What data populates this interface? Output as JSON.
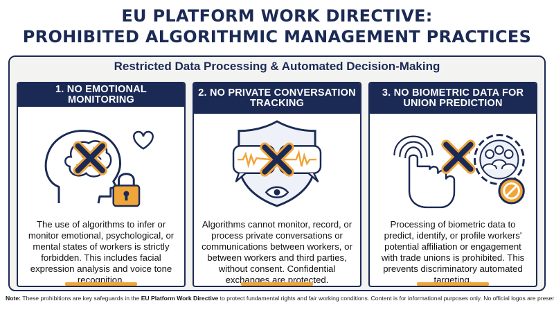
{
  "title": {
    "line1": "EU PLATFORM WORK DIRECTIVE:",
    "line2": "PROHIBITED ALGORITHMIC MANAGEMENT PRACTICES"
  },
  "subtitle": "Restricted Data Processing & Automated Decision-Making",
  "cards": [
    {
      "heading": "1. NO EMOTIONAL MONITORING",
      "icon": "brain-heart-lock-crossed-icon",
      "text": "The use of algorithms to infer or monitor emotional, psychological, or mental states of workers is strictly forbidden. This includes facial expression analysis and voice tone recognition."
    },
    {
      "heading": "2. NO PRIVATE CONVERSATION TRACKING",
      "icon": "shield-chat-eye-crossed-icon",
      "text": "Algorithms cannot monitor, record, or process private conversations or communications between workers, or between workers and third parties, without consent. Confidential exchanges are protected."
    },
    {
      "heading": "3. NO BIOMETRIC DATA FOR UNION PREDICTION",
      "icon": "fingerprint-group-crossed-icon",
      "text": "Processing of biometric data to predict, identify, or profile workers' potential affiliation or engagement with trade unions is prohibited. This prevents discriminatory automated targeting."
    }
  ],
  "note": {
    "label": "Note:",
    "before": " These prohibitions are key safeguards in the ",
    "emphasis": "EU Platform Work Directive",
    "after": " to protect fundamental rights and fair working conditions. Content is for informational purposes only. No official logos are present."
  },
  "colors": {
    "navy": "#1b2a55",
    "accent_orange": "#f0a53a",
    "panel_bg": "#f3f3f1"
  }
}
